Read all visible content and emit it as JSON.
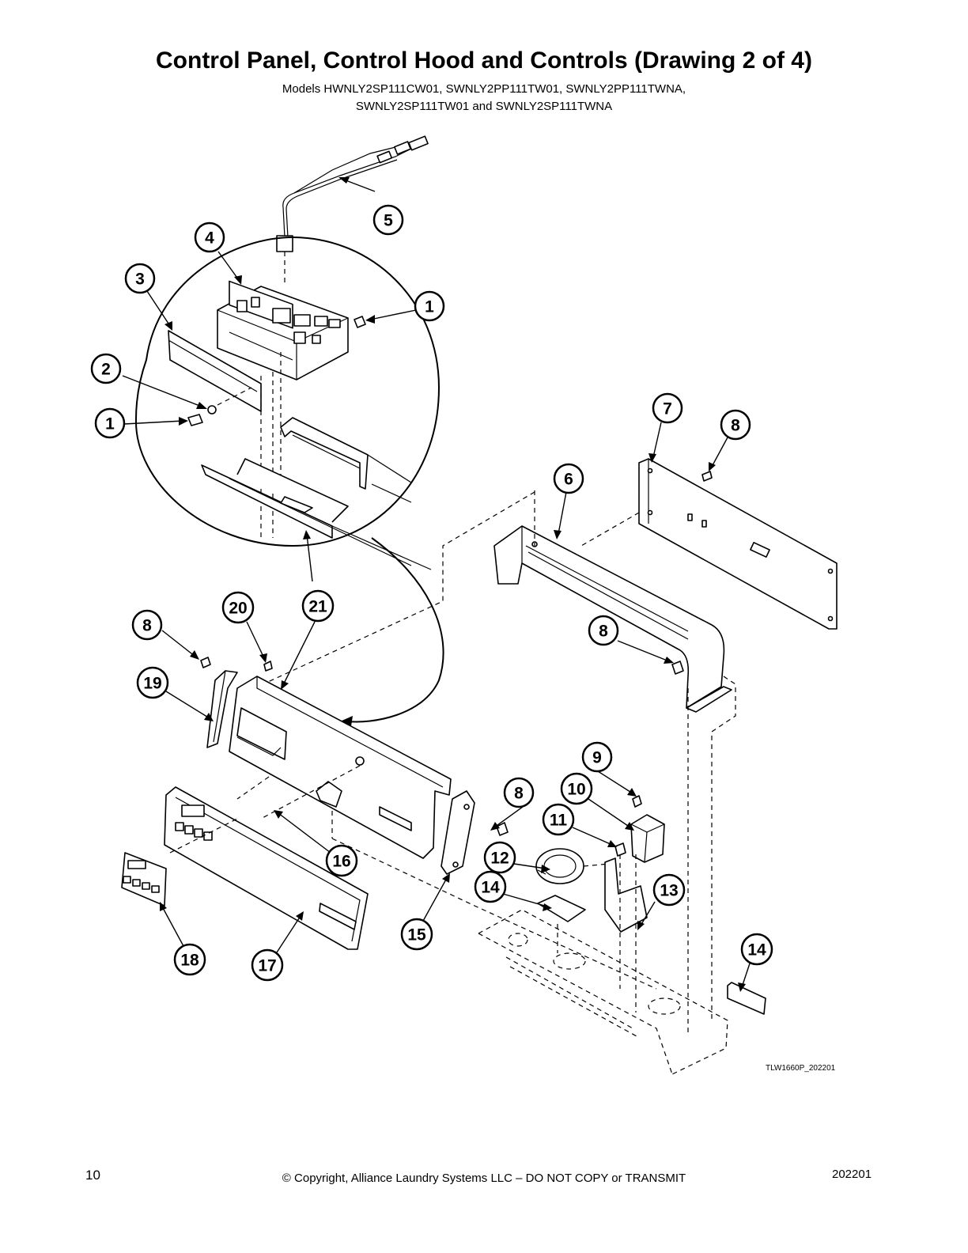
{
  "page": {
    "title": "Control Panel, Control Hood and Controls (Drawing 2 of 4)",
    "subtitle_line1": "Models HWNLY2SP111CW01, SWNLY2PP111TW01, SWNLY2PP111TWNA,",
    "subtitle_line2": "SWNLY2SP111TW01 and SWNLY2SP111TWNA",
    "drawing_code": "TLW1660P_202201",
    "page_number": "10",
    "copyright": "© Copyright, Alliance Laundry Systems LLC – DO NOT COPY or TRANSMIT",
    "doc_code": "202201"
  },
  "callouts": {
    "c1a": "1",
    "c1b": "1",
    "c2": "2",
    "c3": "3",
    "c4": "4",
    "c5": "5",
    "c6": "6",
    "c7": "7",
    "c8a": "8",
    "c8b": "8",
    "c8c": "8",
    "c8d": "8",
    "c9": "9",
    "c10": "10",
    "c11": "11",
    "c12": "12",
    "c13": "13",
    "c14a": "14",
    "c14b": "14",
    "c15": "15",
    "c16": "16",
    "c17": "17",
    "c18": "18",
    "c19": "19",
    "c20": "20",
    "c21": "21"
  }
}
